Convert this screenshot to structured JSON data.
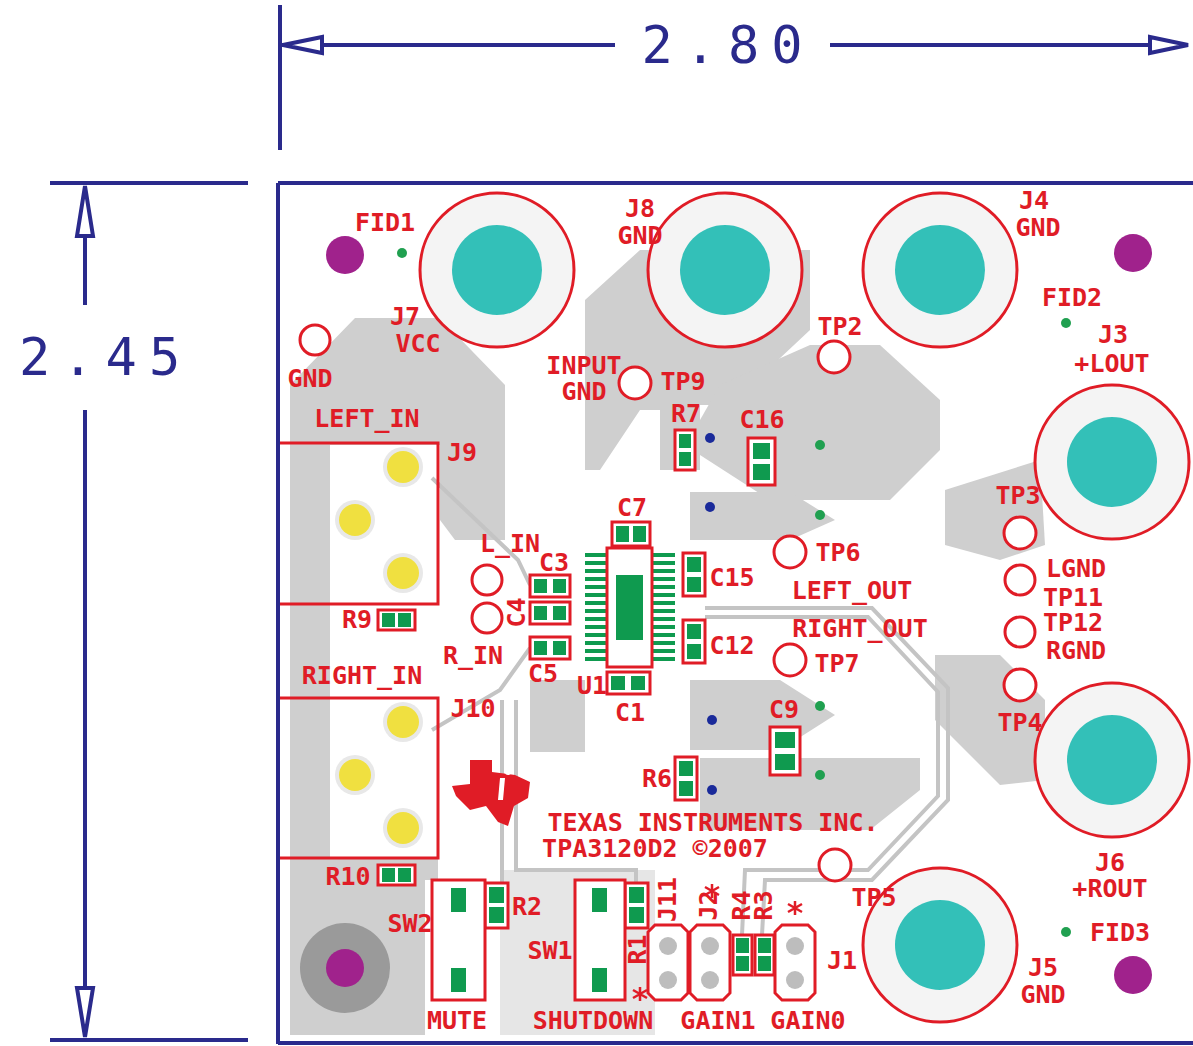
{
  "diagram": {
    "labels": [
      "2.80",
      "2.45",
      "FID1",
      "J8",
      "GND",
      "J4",
      "GND",
      "FID2",
      "J7",
      "VCC",
      "GND",
      "INPUT",
      "GND",
      "TP2",
      "TP9",
      "J3",
      "+LOUT",
      "R7",
      "C16",
      "LEFT_IN",
      "J9",
      "TP3",
      "C7",
      "L_IN",
      "C3",
      "TP6",
      "C15",
      "LEFT_OUT",
      "LGND",
      "TP11",
      "C4",
      "R9",
      "TP12",
      "RGND",
      "R_IN",
      "RIGHT_OUT",
      "C12",
      "C5",
      "TP7",
      "RIGHT_IN",
      "U1",
      "J10",
      "C1",
      "TP4",
      "C9",
      "R6",
      "TEXAS INSTRUMENTS INC.",
      "TPA3120D2 ©2007",
      "J6",
      "+ROUT",
      "R10",
      "R2",
      "TP5",
      "J11",
      "J2",
      "R4",
      "R3",
      "FID3",
      "SW2",
      "SW1",
      "R1",
      "J1",
      "J5",
      "GND",
      "MUTE",
      "SHUTDOWN",
      "GAIN1",
      "GAIN0"
    ]
  }
}
